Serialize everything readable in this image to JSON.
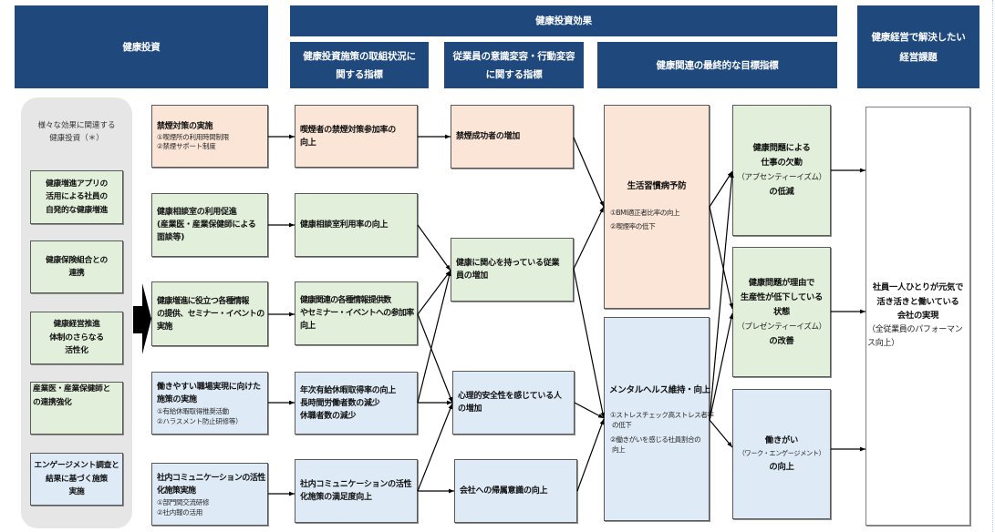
{
  "colors": {
    "header": "#1F497D",
    "smoking_theme": "#FBE5D6",
    "health_theme": "#E2EFDA",
    "mental_theme": "#DEEBF7",
    "panel": "#E7E6E6"
  },
  "header": {
    "investment": "健康投資",
    "effects": "健康投資効果",
    "initiative_indicators": "健康投資施策の取組状況に\n関する指標",
    "behavior_indicators": "従業員の意識変容・行動変容\nに関する指標",
    "final_indicators": "健康関連の最終的な目標指標",
    "management_issue": "健康経営で解決したい\n経営課題"
  },
  "related_investments": {
    "title": "様々な効果に関連する\n健康投資（＊）",
    "items": [
      {
        "text": "健康増進アプリの\n活用による社員の\n自発的な健康増進",
        "theme": "health"
      },
      {
        "text": "健康保険組合との\n連携",
        "theme": "health"
      },
      {
        "text": "健康経営推進\n体制のさらなる\n活性化",
        "theme": "health"
      },
      {
        "text": "産業医・産業保健師と\nの連携強化",
        "theme": "health"
      },
      {
        "text": "エンゲージメント調査と\n結果に基づく施策\n実施",
        "theme": "mental"
      }
    ]
  },
  "investments": [
    {
      "title": "禁煙対策の実施",
      "items": [
        "①喫煙所の利用時間制限",
        "②禁煙サポート制度"
      ],
      "theme": "smoking"
    },
    {
      "title": "健康相談室の利用促進\n(産業医・産業保健師による\n面談等)",
      "items": [],
      "theme": "health"
    },
    {
      "title": "健康増進に役立つ各種情報\nの提供、セミナー・イベントの\n実施",
      "items": [],
      "theme": "health"
    },
    {
      "title": "働きやすい職場実現に向けた\n施策の実施",
      "items": [
        "①有給休暇取得推奨活動",
        "②ハラスメント防止研修等）"
      ],
      "theme": "mental"
    },
    {
      "title": "社内コミュニケーションの活性\n化施策実施",
      "items": [
        "①部門間交流研修",
        "②社内報の活用"
      ],
      "theme": "mental"
    }
  ],
  "initiative_indicators": [
    {
      "text": "喫煙者の禁煙対策参加率の\n向上",
      "theme": "smoking"
    },
    {
      "text": "健康相談室利用率の向上",
      "theme": "health"
    },
    {
      "text": "健康関連の各種情報提供数\nやセミナー・イベントへの参加率\n向上",
      "theme": "health"
    },
    {
      "text": "年次有給休暇取得率の向上\n長時間労働者数の減少\n休職者数の減少",
      "theme": "mental"
    },
    {
      "text": "社内コミュニケーションの活性\n化施策の満足度向上",
      "theme": "mental"
    }
  ],
  "behavior_indicators": [
    {
      "text": "禁煙成功者の増加",
      "theme": "smoking"
    },
    {
      "text": "健康に関心を持っている従業\n員の増加",
      "theme": "health"
    },
    {
      "text": "心理的安全性を感じている人\nの増加",
      "theme": "mental"
    },
    {
      "text": "会社への帰属意識の向上",
      "theme": "mental"
    }
  ],
  "health_outcomes": [
    {
      "title": "生活習慣病予防",
      "items": [
        "①BMI適正者比率の向上",
        "②喫煙率の低下"
      ],
      "theme": "smoking"
    },
    {
      "title": "メンタルヘルス維持・向上",
      "items": [
        "①ストレスチェック高ストレス者率\n の低下",
        "②働きがいを感じる社員割合の\n 向上"
      ],
      "theme": "mental"
    }
  ],
  "final_indicators": [
    {
      "title": "健康問題による\n仕事の欠勤",
      "term": "（アブセンティーイズム）",
      "tail": "の低減",
      "theme": "health"
    },
    {
      "title": "健康問題が理由で\n生産性が低下している\n状態",
      "term": "（プレゼンティーイズム）",
      "tail": "の改善",
      "theme": "health"
    },
    {
      "title": "働きがい",
      "term": "（ワーク・エンゲージメント）",
      "tail": "の向上",
      "theme": "mental"
    }
  ],
  "management_issue": {
    "title": "社員一人ひとりが元気で\n活き活きと働いている\n会社の実現",
    "note": "（全従業員のパフォーマン\nス向上）"
  },
  "edges": [
    {
      "from": "related_investments",
      "to": "investments"
    },
    {
      "from": "investments.0",
      "to": "initiative_indicators.0"
    },
    {
      "from": "investments.1",
      "to": "initiative_indicators.1"
    },
    {
      "from": "investments.2",
      "to": "initiative_indicators.2"
    },
    {
      "from": "investments.3",
      "to": "initiative_indicators.3"
    },
    {
      "from": "investments.4",
      "to": "initiative_indicators.4"
    },
    {
      "from": "initiative_indicators.0",
      "to": "behavior_indicators.0"
    },
    {
      "from": "initiative_indicators.1",
      "to": "behavior_indicators.1"
    },
    {
      "from": "initiative_indicators.2",
      "to": "behavior_indicators.1"
    },
    {
      "from": "initiative_indicators.2",
      "to": "behavior_indicators.2"
    },
    {
      "from": "initiative_indicators.3",
      "to": "behavior_indicators.1"
    },
    {
      "from": "initiative_indicators.3",
      "to": "behavior_indicators.2"
    },
    {
      "from": "initiative_indicators.4",
      "to": "behavior_indicators.2"
    },
    {
      "from": "initiative_indicators.4",
      "to": "behavior_indicators.3"
    },
    {
      "from": "behavior_indicators.0",
      "to": "health_outcomes.0"
    },
    {
      "from": "behavior_indicators.1",
      "to": "health_outcomes.0"
    },
    {
      "from": "behavior_indicators.1",
      "to": "health_outcomes.1"
    },
    {
      "from": "behavior_indicators.2",
      "to": "health_outcomes.1"
    },
    {
      "from": "behavior_indicators.3",
      "to": "health_outcomes.1"
    },
    {
      "from": "health_outcomes.0",
      "to": "final_indicators.0"
    },
    {
      "from": "health_outcomes.0",
      "to": "final_indicators.1"
    },
    {
      "from": "health_outcomes.1",
      "to": "final_indicators.0"
    },
    {
      "from": "health_outcomes.1",
      "to": "final_indicators.1"
    },
    {
      "from": "health_outcomes.1",
      "to": "final_indicators.2"
    },
    {
      "from": "final_indicators.0",
      "to": "management_issue"
    },
    {
      "from": "final_indicators.1",
      "to": "management_issue"
    },
    {
      "from": "final_indicators.2",
      "to": "management_issue"
    }
  ]
}
